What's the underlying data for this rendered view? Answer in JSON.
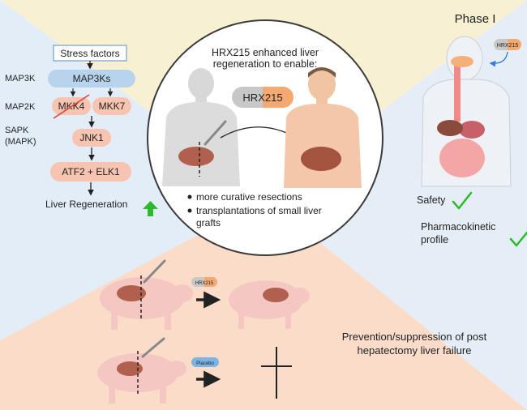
{
  "pathway": {
    "stress_factors": "Stress factors",
    "map3k_level": "MAP3K",
    "map3ks": "MAP3Ks",
    "map2k_level": "MAP2K",
    "mkk4": "MKK4",
    "mkk7": "MKK7",
    "sapk_level_1": "SAPK",
    "sapk_level_2": "(MAPK)",
    "jnk1": "JNK1",
    "atf2_elk1": "ATF2 + ELK1",
    "outcome": "Liver Regeneration"
  },
  "center": {
    "title_line1": "HRX215 enhanced liver",
    "title_line2": "regeneration to enable:",
    "drug_pill": "HRX215",
    "bullet1": "more curative resections",
    "bullet2_line1": "transplantations of small liver",
    "bullet2_line2": "grafts"
  },
  "phase1": {
    "title": "Phase I",
    "drug_label": "HRX215",
    "safety": "Safety",
    "pk_line1": "Pharmacokinetic",
    "pk_line2": "profile"
  },
  "pigs": {
    "treated_pill": "HRX215",
    "placebo_pill": "Placebo",
    "outcome_line1": "Prevention/suppression of post",
    "outcome_line2": "hepatectomy liver failure"
  },
  "colors": {
    "bg_left": "#e2edf8",
    "bg_right": "#e5eef6",
    "bg_top": "#f8f0d2",
    "bg_bottom": "#fadcc9",
    "node_blue": "#b8d4ec",
    "node_salmon": "#f6c4b0",
    "check_green": "#2eb82e",
    "pill_orange": "#f5a870",
    "pill_blue": "#7cb4e4"
  }
}
